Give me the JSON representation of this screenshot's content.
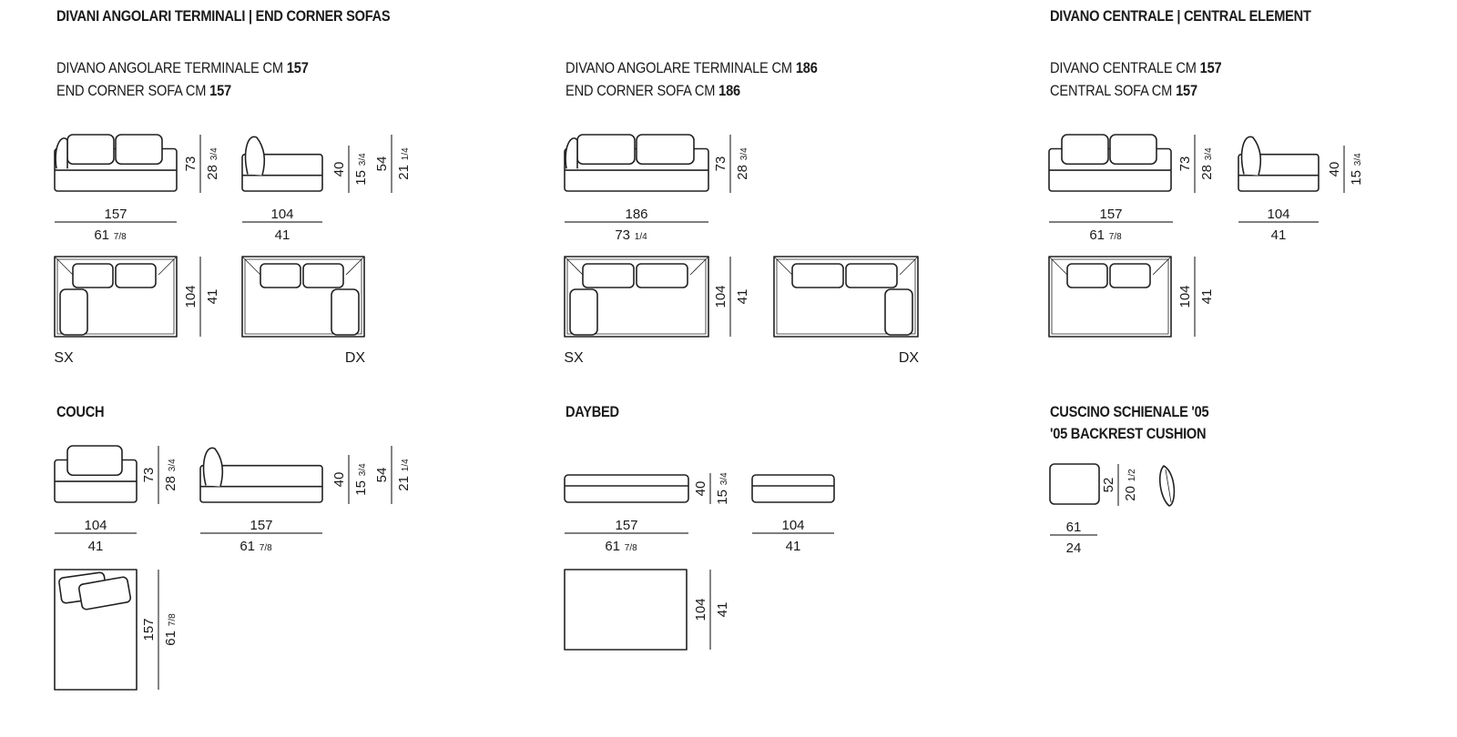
{
  "sections": {
    "end_corner": {
      "heading": "DIVANI ANGOLARI TERMINALI | END CORNER SOFAS",
      "variants": [
        {
          "line1": "DIVANO ANGOLARE TERMINALE CM ",
          "line1_bold": "157",
          "line2": "END CORNER SOFA CM ",
          "line2_bold": "157"
        },
        {
          "line1": "DIVANO ANGOLARE TERMINALE CM ",
          "line1_bold": "186",
          "line2": "END CORNER SOFA CM ",
          "line2_bold": "186"
        }
      ]
    },
    "central": {
      "heading": "DIVANO CENTRALE | CENTRAL ELEMENT",
      "line1": "DIVANO CENTRALE CM ",
      "line1_bold": "157",
      "line2": "CENTRAL SOFA CM ",
      "line2_bold": "157"
    },
    "couch": {
      "heading": "COUCH"
    },
    "daybed": {
      "heading": "DAYBED"
    },
    "cushion": {
      "heading_line1": "CUSCINO SCHIENALE '05",
      "heading_line2": "'05 BACKREST CUSHION"
    }
  },
  "dimensions": {
    "cm_157": "157",
    "in_157": "61",
    "in_157_frac": "7/8",
    "cm_186": "186",
    "in_186": "73",
    "in_186_frac": "1/4",
    "cm_104": "104",
    "in_104": "41",
    "cm_73": "73",
    "in_73": "28",
    "in_73_frac": "3/4",
    "cm_40": "40",
    "in_40": "15",
    "in_40_frac": "3/4",
    "cm_54": "54",
    "in_54": "21",
    "in_54_frac": "1/4",
    "cm_61": "61",
    "in_61": "24",
    "cm_52": "52",
    "in_52": "20",
    "in_52_frac": "1/2"
  },
  "orientation": {
    "left": "SX",
    "right": "DX"
  }
}
